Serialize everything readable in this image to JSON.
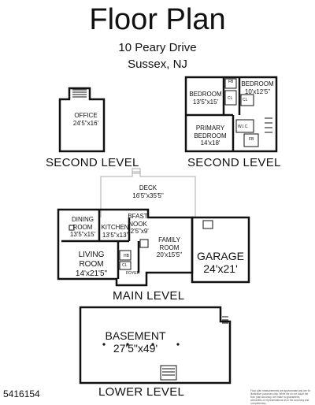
{
  "header": {
    "title": "Floor Plan",
    "address_line1": "10 Peary Drive",
    "address_line2": "Sussex, NJ"
  },
  "levels": {
    "second_level_left": "SECOND LEVEL",
    "second_level_right": "SECOND LEVEL",
    "main_level": "MAIN LEVEL",
    "lower_level": "LOWER LEVEL"
  },
  "rooms": {
    "office": {
      "name": "OFFICE",
      "size": "24'5\"x16'"
    },
    "bedroom1": {
      "name": "BEDROOM",
      "size": "13'5\"x15'"
    },
    "bedroom2": {
      "name": "BEDROOM",
      "size": "10'x12'5\""
    },
    "primary_bedroom": {
      "name": "PRIMARY BEDROOM",
      "size": "14'x18'"
    },
    "deck": {
      "name": "DECK",
      "size": "16'5\"x35'5\""
    },
    "dining_room": {
      "name": "DINING ROOM",
      "size": "13'5\"x15'"
    },
    "kitchen": {
      "name": "KITCHEN",
      "size": "13'5\"x13'"
    },
    "bfast_nook": {
      "name": "BFAST NOOK",
      "size": "12'5\"x9'"
    },
    "family_room": {
      "name": "FAMILY ROOM",
      "size": "20'x15'5\""
    },
    "living_room": {
      "name": "LIVING ROOM",
      "size": "14'x21'5\""
    },
    "garage": {
      "name": "GARAGE",
      "size": "24'x21'"
    },
    "basement": {
      "name": "BASEMENT",
      "size": "27'5\"x49'"
    }
  },
  "small_labels": {
    "fb_top": "FB",
    "fb_bottom": "FB",
    "cl1": "CL",
    "cl2": "CL",
    "wic": "W.I.C.",
    "hb": "HB",
    "cl_main": "CL",
    "foyer": "FOYER"
  },
  "listing_number": "5416154",
  "disclaimer": "Floor plan measurements are approximate and are for illustrative purposes only. While we do not doubt the floor plan accuracy, we make no guarantees, warranties or representations as to the accuracy and completeness."
}
